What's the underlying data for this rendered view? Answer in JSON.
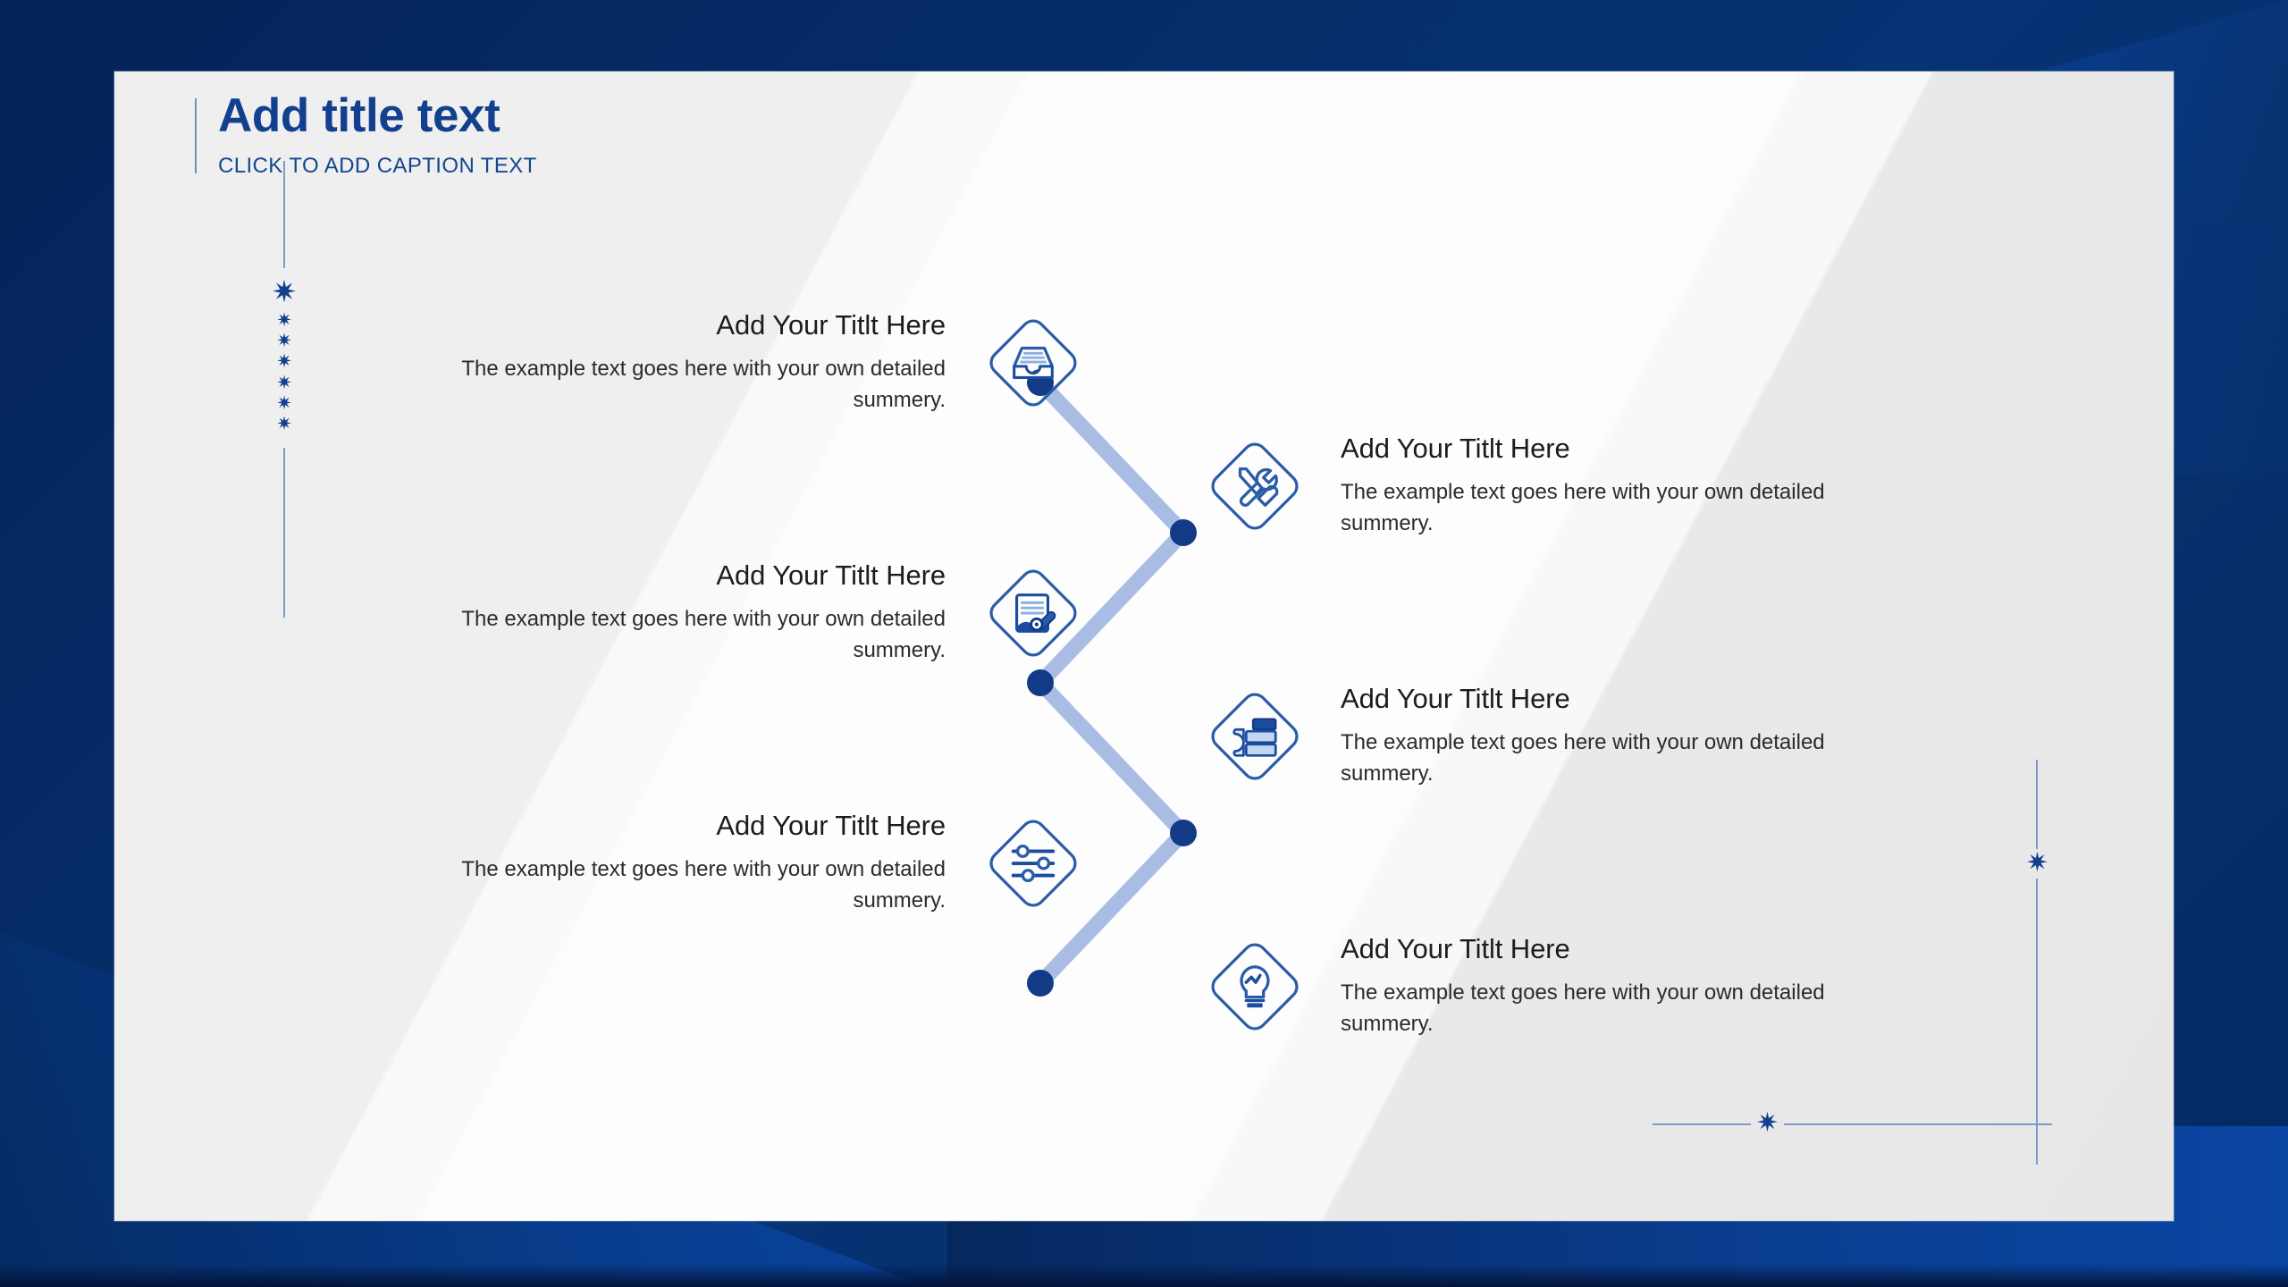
{
  "slide": {
    "title": "Add title text",
    "caption": "CLICK TO ADD CAPTION TEXT"
  },
  "colors": {
    "background_navy": "#06255f",
    "accent_blue": "#0a49aa",
    "title_blue": "#12408f",
    "caption_blue": "#13478f",
    "slide_background": "#f7f7f7",
    "connector_line": "#a9bde4",
    "connector_dot": "#123a86",
    "diamond_outline": "#2a5ca8",
    "decor_line": "#7d9ac8",
    "body_text": "#2b2b2b",
    "heading_text": "#1c1c1c"
  },
  "decorations": {
    "star_glyph": "✷",
    "left_rail_small_star_count": 6,
    "left_rail_large_star_count": 1
  },
  "diagram": {
    "type": "zigzag-process",
    "nodes": [
      {
        "id": "node-1",
        "side": "left",
        "icon": "inbox-tray-icon",
        "title": "Add Your Titlt Here",
        "description": "The example text goes here with your own detailed summery."
      },
      {
        "id": "node-2",
        "side": "left",
        "icon": "document-signature-icon",
        "title": "Add Your Titlt Here",
        "description": "The example text goes here with your own detailed summery."
      },
      {
        "id": "node-3",
        "side": "left",
        "icon": "settings-sliders-icon",
        "title": "Add Your Titlt Here",
        "description": "The example text goes here with your own detailed summery."
      },
      {
        "id": "node-4",
        "side": "right",
        "icon": "tools-wrench-screwdriver-icon",
        "title": "Add Your Titlt Here",
        "description": "The example text goes here with your own detailed summery."
      },
      {
        "id": "node-5",
        "side": "right",
        "icon": "books-stack-icon",
        "title": "Add Your Titlt Here",
        "description": "The example text goes here with your own detailed summery."
      },
      {
        "id": "node-6",
        "side": "right",
        "icon": "lightbulb-idea-icon",
        "title": "Add Your Titlt Here",
        "description": "The example text goes here with your own detailed summery."
      }
    ]
  }
}
